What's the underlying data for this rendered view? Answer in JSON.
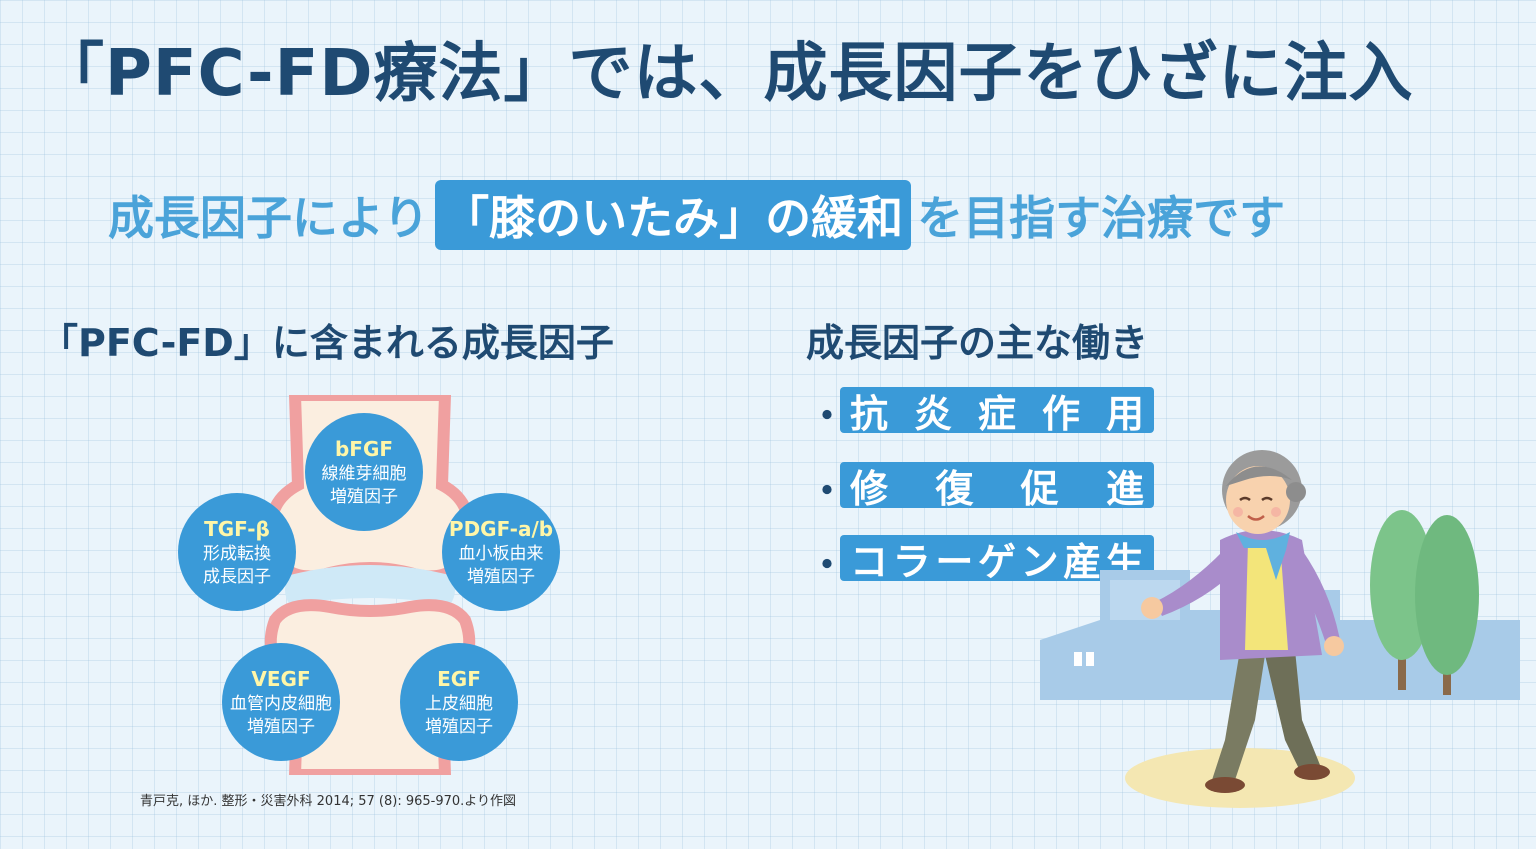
{
  "title": "「PFC-FD療法」では、成長因子をひざに注入",
  "subtitle": {
    "before": "成長因子により",
    "highlight": "「膝のいたみ」の緩和",
    "after": "を目指す治療です"
  },
  "left_heading": "「PFC-FD」に含まれる成長因子",
  "right_heading": "成長因子の主な働き",
  "growth_factors": [
    {
      "name": "bFGF",
      "line1": "線維芽細胞",
      "line2": "増殖因子"
    },
    {
      "name": "TGF-β",
      "line1": "形成転換",
      "line2": "成長因子"
    },
    {
      "name": "PDGF-a/b",
      "line1": "血小板由来",
      "line2": "増殖因子"
    },
    {
      "name": "VEGF",
      "line1": "血管内皮細胞",
      "line2": "増殖因子"
    },
    {
      "name": "EGF",
      "line1": "上皮細胞",
      "line2": "増殖因子"
    }
  ],
  "citation": "青戸克, ほか. 整形・災害外科 2014; 57 (8): 965-970.より作図",
  "functions": {
    "bullet": "・",
    "items": [
      [
        "抗",
        "炎",
        "症",
        "作",
        "用"
      ],
      [
        "修",
        "復",
        "促",
        "進"
      ],
      [
        "コ",
        "ラ",
        "ー",
        "ゲ",
        "ン",
        "産",
        "生"
      ]
    ]
  },
  "colors": {
    "title": "#1f4a72",
    "accent": "#3a9ad8",
    "subtitle": "#4aa3d9",
    "factor_name": "#fff6a8",
    "background": "#eaf4fb"
  }
}
